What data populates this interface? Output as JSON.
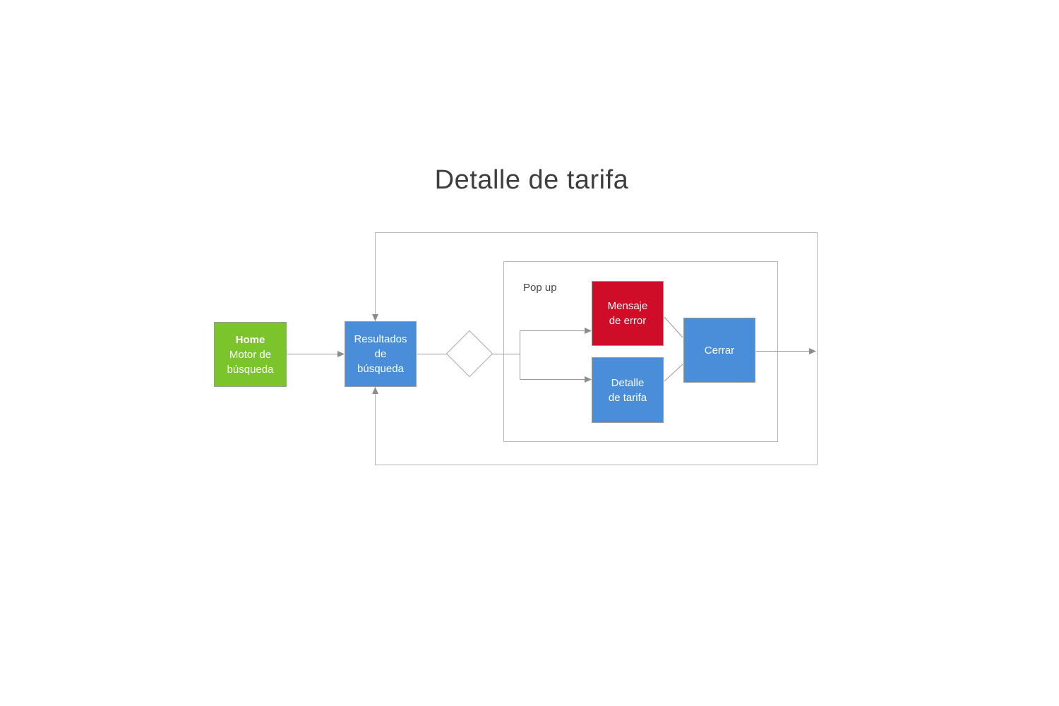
{
  "title": "Detalle de tarifa",
  "popup": {
    "label": "Pop up"
  },
  "nodes": {
    "home": {
      "title": "Home",
      "subtitle": "Motor de\nbúsqueda",
      "color": "#7cc42c"
    },
    "results": {
      "label": "Resultados\nde\nbúsqueda",
      "color": "#4a8ed9"
    },
    "error": {
      "label": "Mensaje\nde error",
      "color": "#d00d28"
    },
    "detail": {
      "label": "Detalle\nde tarifa",
      "color": "#4a8ed9"
    },
    "close": {
      "label": "Cerrar",
      "color": "#4a8ed9"
    }
  },
  "colors": {
    "node_green": "#7cc42c",
    "node_blue": "#4a8ed9",
    "node_red": "#d00d28",
    "connector_line": "#999999",
    "arrowhead": "#8c8c8c",
    "frame_border": "#b7b7b7",
    "title_text": "#3e3e3e",
    "node_text": "#ffffff"
  }
}
